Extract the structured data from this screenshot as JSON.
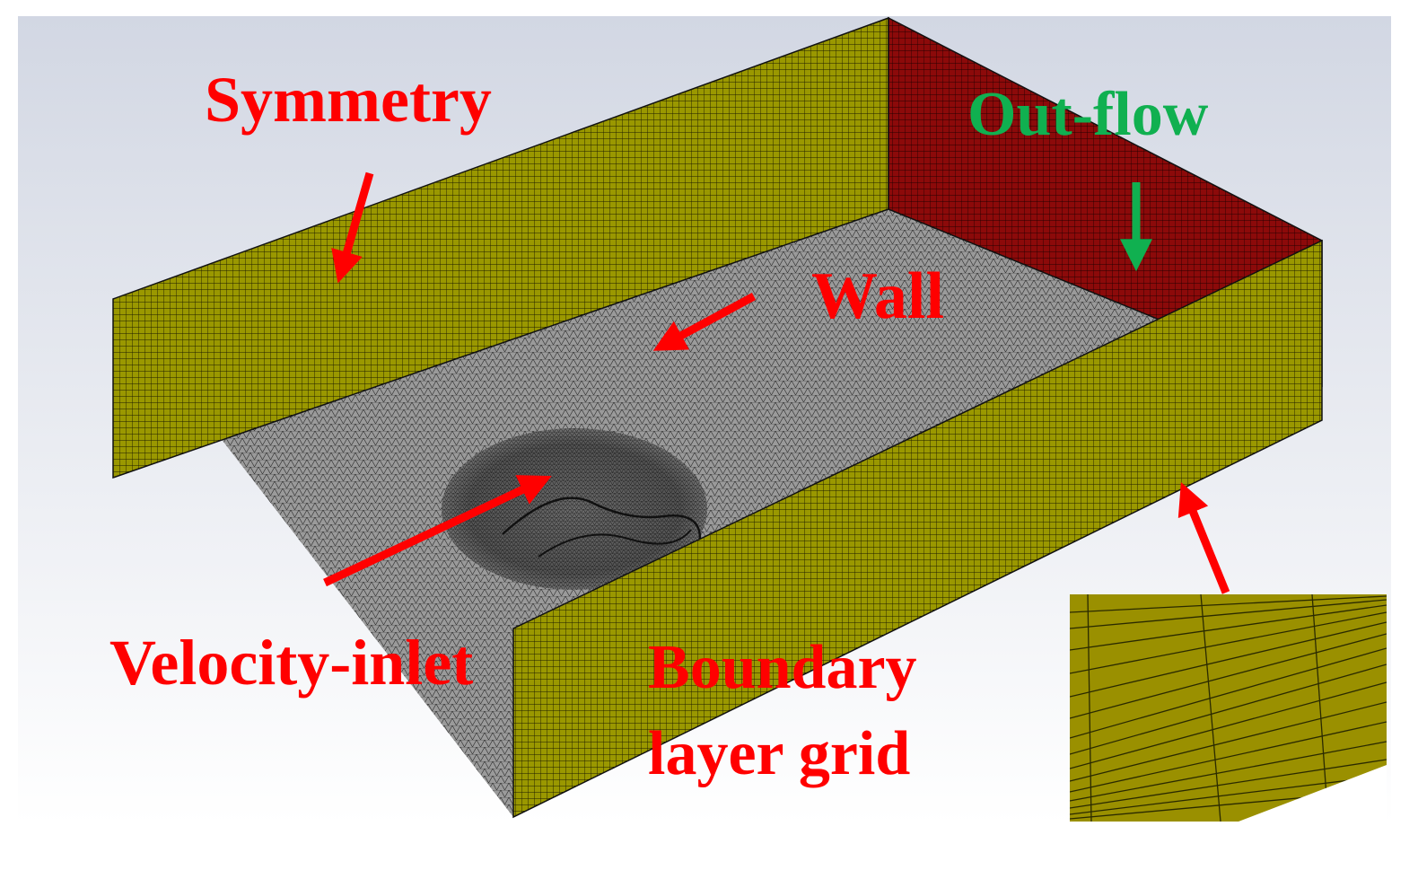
{
  "labels": {
    "symmetry": "Symmetry",
    "outflow": "Out-flow",
    "wall": "Wall",
    "velocity_inlet": "Velocity-inlet",
    "boundary_line1": "Boundary",
    "boundary_line2": "layer grid"
  },
  "colors": {
    "label_red": "#ff0000",
    "label_green": "#10b050",
    "symmetry_face": "#9a9800",
    "outflow_face": "#8c0a0a",
    "floor_mesh": "#8e8e8e",
    "mesh_lines": "#1a1a1a",
    "background_top": "#d2d7e3",
    "background_bottom": "#ffffff"
  },
  "icons": {
    "arrow": "arrow-icon",
    "inset": "boundary-layer-zoom-inset"
  }
}
